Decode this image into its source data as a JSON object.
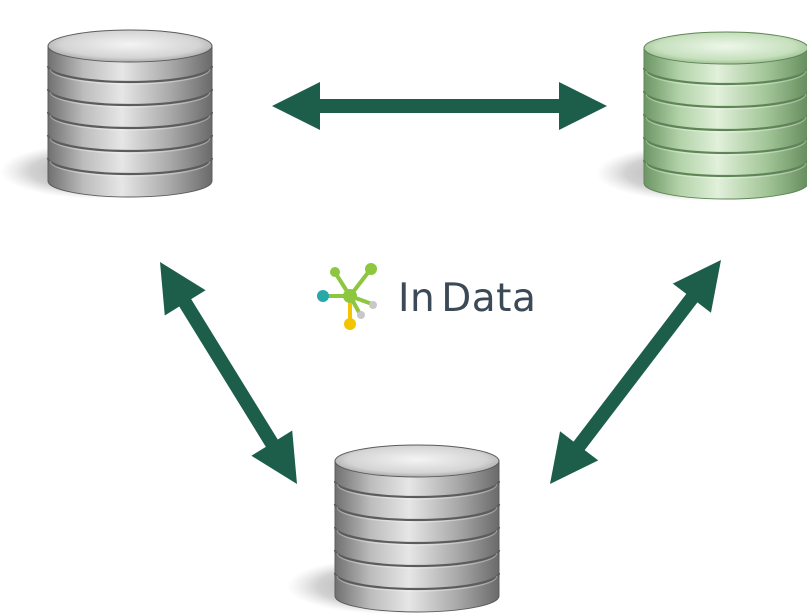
{
  "logo": {
    "text_part1": "In",
    "text_part2": "Data",
    "text_color": "#3b4a56",
    "icon": "molecule-network-icon",
    "icon_colors": [
      "#27a8a8",
      "#8dc63f",
      "#f2c500",
      "#c8c8c8"
    ]
  },
  "databases": [
    {
      "name": "database-top-left",
      "color_theme": "gray"
    },
    {
      "name": "database-top-right",
      "color_theme": "green"
    },
    {
      "name": "database-bottom",
      "color_theme": "gray"
    }
  ],
  "connections": [
    {
      "from": "database-top-left",
      "to": "database-top-right",
      "style": "double-arrow"
    },
    {
      "from": "database-top-left",
      "to": "database-bottom",
      "style": "double-arrow"
    },
    {
      "from": "database-top-right",
      "to": "database-bottom",
      "style": "double-arrow"
    }
  ],
  "colors": {
    "arrow": "#1d5e4b",
    "gray_light": "#eaeaea",
    "gray_mid": "#a9a9a9",
    "gray_dark": "#6f6f6f",
    "green_light": "#d9ecd2",
    "green_mid": "#a5c99a",
    "green_dark": "#6f9a64",
    "shadow": "#888888"
  }
}
